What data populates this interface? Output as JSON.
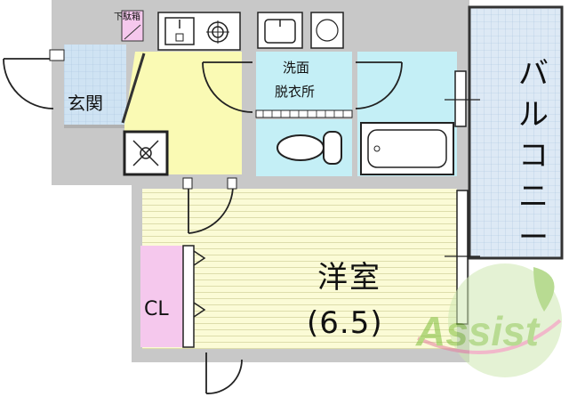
{
  "colors": {
    "wall": "#c8c8c8",
    "entrance_tile": "#cfe3f3",
    "kitchen_floor": "#fafab4",
    "bathroom_floor": "#c4eff6",
    "wood_floor": "#fbfbd6",
    "closet": "#f5c8ed",
    "balcony_tile": "#dde9f5",
    "watermark": "#7fbf3a",
    "watermark_accent": "#e67fa0"
  },
  "labels": {
    "genkan": "玄関",
    "getabako": "下駄箱",
    "senmen_line1": "洗面",
    "senmen_line2": "脱衣所",
    "yoshitsu": "洋室",
    "size": "(6.5)",
    "closet": "CL",
    "balcony": "バルコニー"
  },
  "watermark": {
    "text": "Assist"
  }
}
